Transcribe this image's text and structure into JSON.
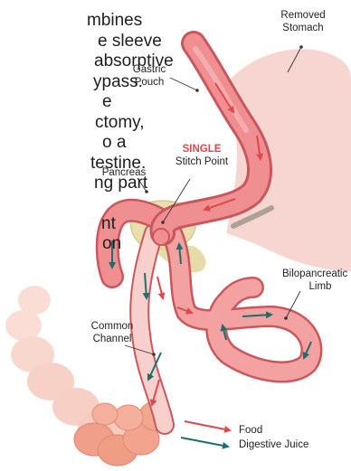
{
  "body_text": [
    "mbines",
    "e sleeve",
    "absorptive",
    "ypass.",
    "e",
    "ctomy,",
    "o a",
    "testine.",
    "ng part",
    "nt",
    "on"
  ],
  "labels": {
    "removed_stomach": [
      "Removed",
      "Stomach"
    ],
    "gastric_pouch": [
      "Gastric",
      "Pouch"
    ],
    "single": "SINGLE",
    "stitch_point": "Stitch Point",
    "pancreas": "Pancreas",
    "biliopancreatic_limb": [
      "Bilopancreatic",
      "Limb"
    ],
    "common_channel": [
      "Common",
      "Channel"
    ]
  },
  "legend": [
    {
      "label": "Food",
      "color": "#e0484c"
    },
    {
      "label": "Digestive Juice",
      "color": "#1f6e6a"
    }
  ],
  "colors": {
    "intestine_fill": "#ef8f92",
    "intestine_outline": "#c9585e",
    "removed_stomach": "#f7d6d2",
    "pancreas": "#e5dcaa",
    "colon": "#f1a48f",
    "common_channel": "#f7cfcc",
    "food_arrow": "#e0484c",
    "juice_arrow": "#1f6e6a"
  }
}
